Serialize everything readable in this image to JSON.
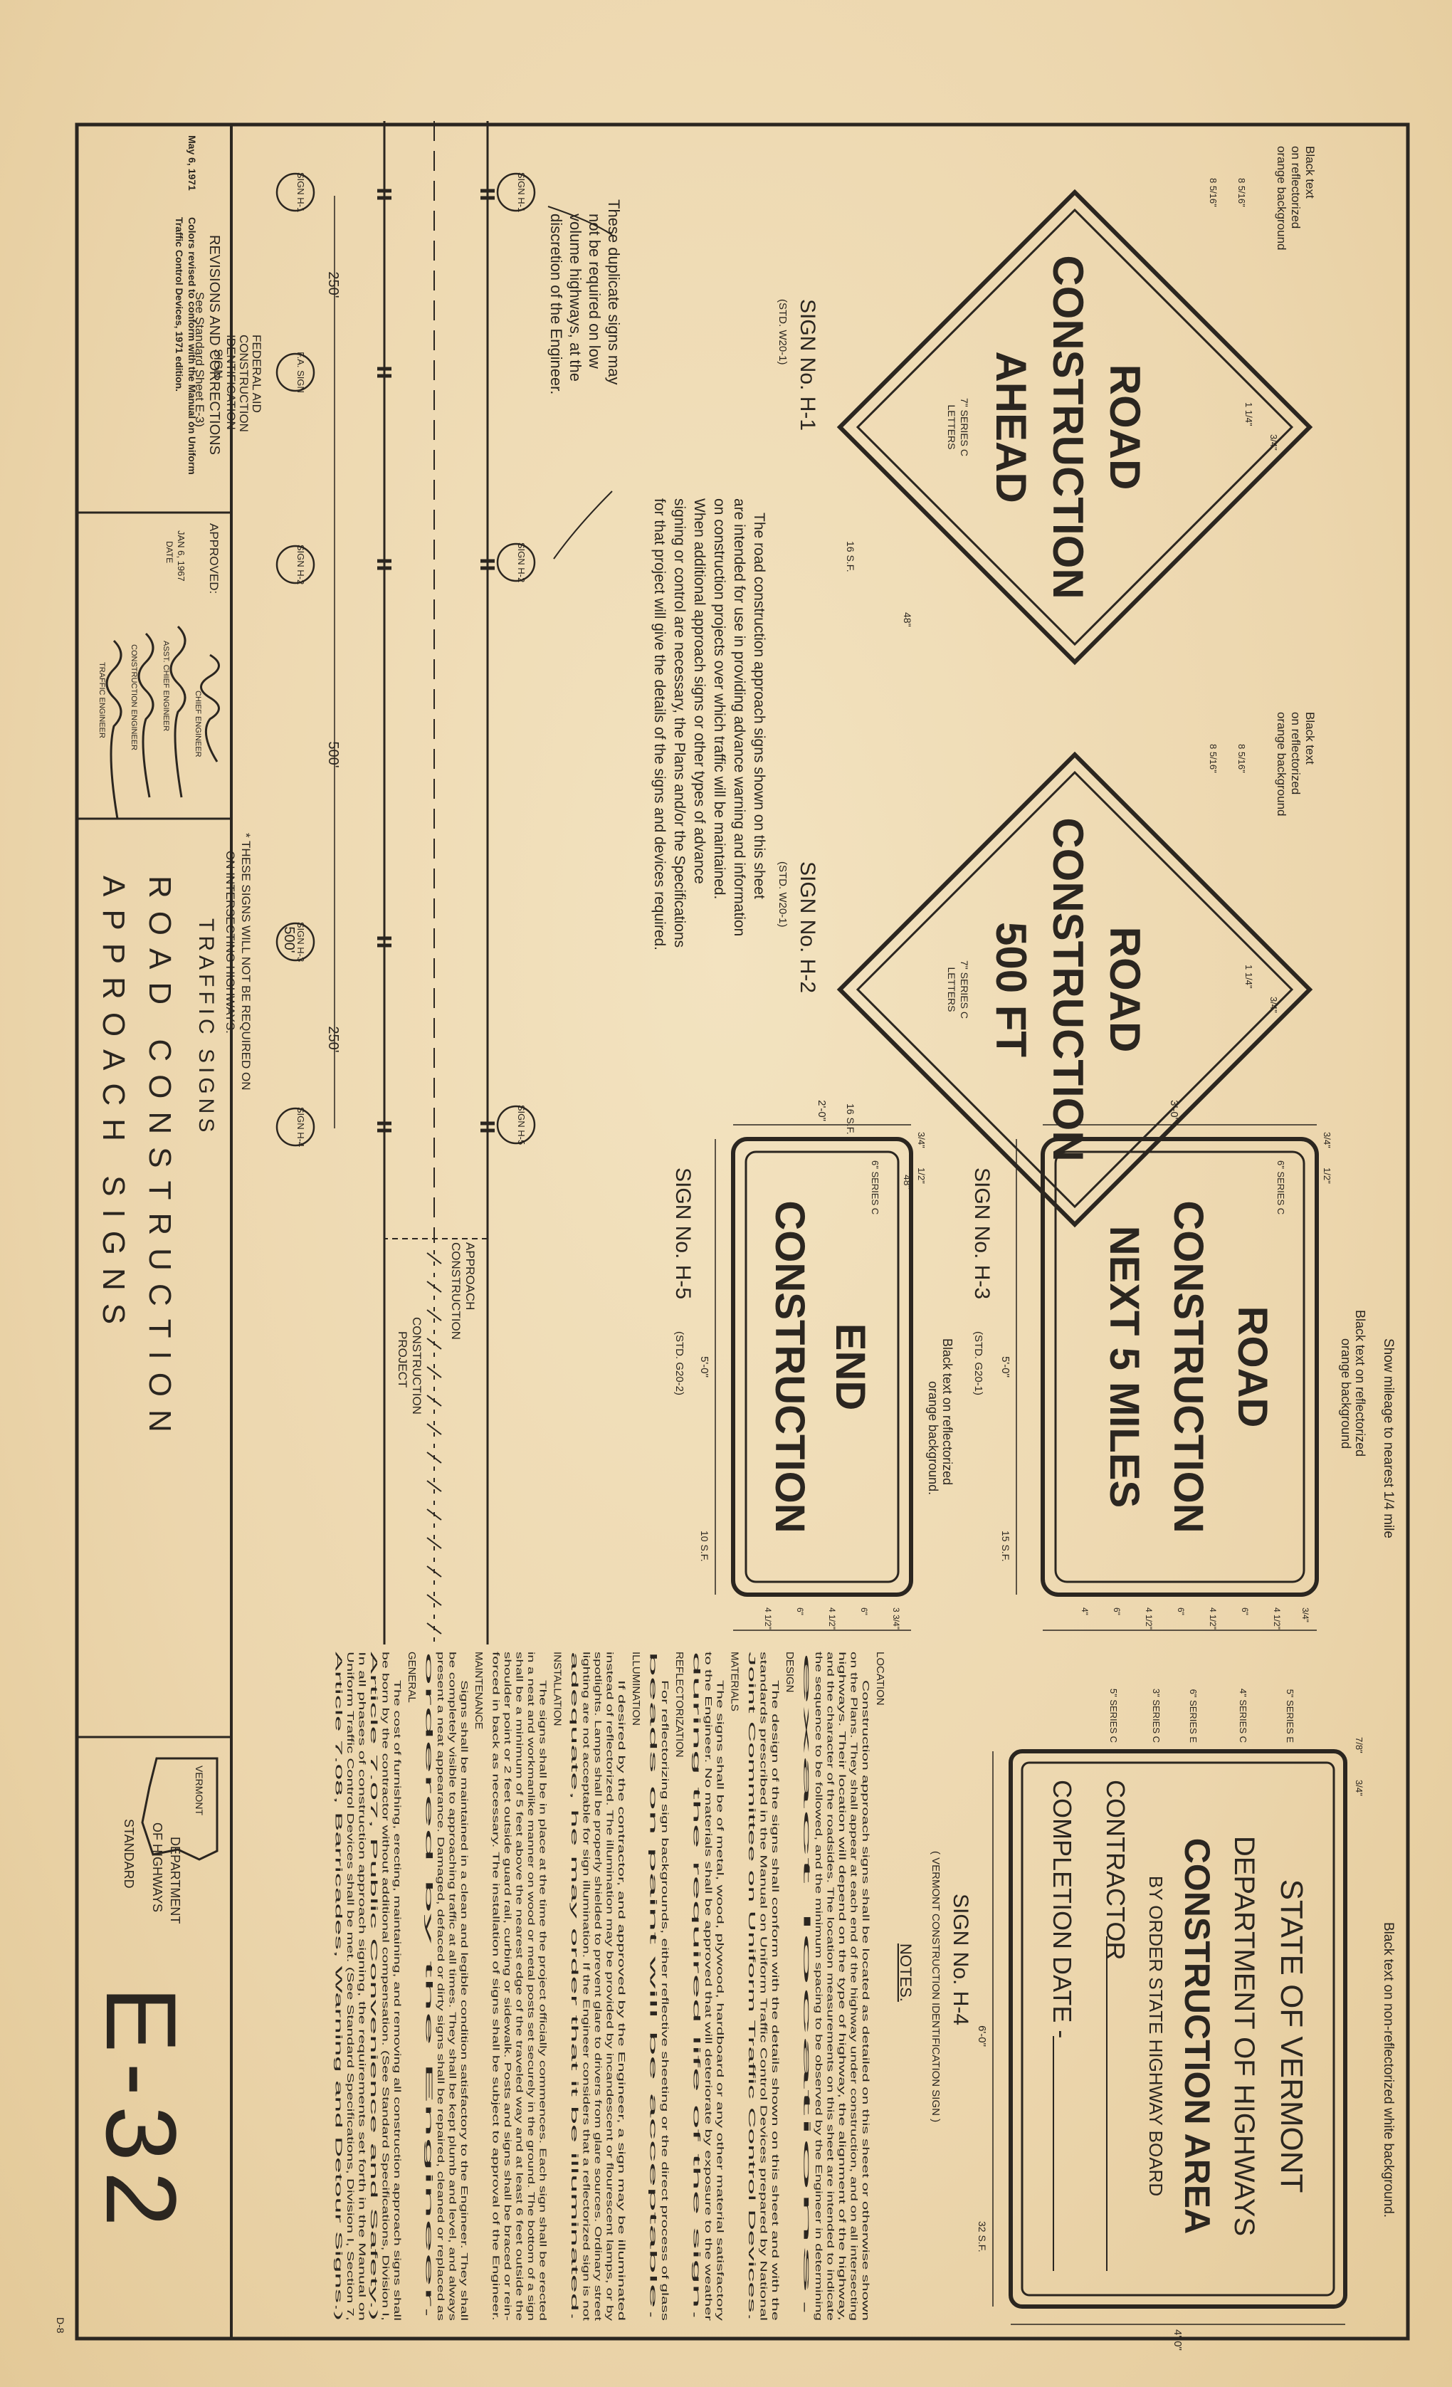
{
  "signs": {
    "h1": {
      "lines": [
        "ROAD",
        "CONSTRUCTION",
        "AHEAD"
      ],
      "label": "SIGN No. H-1",
      "std": "(STD. W20-1)",
      "color_note": [
        "Black text",
        "on reflectorized",
        "orange background"
      ],
      "letters": [
        "7\" SERIES C",
        "LETTERS"
      ],
      "size": "48\"",
      "area": "16 S.F.",
      "dims": [
        "3/4\"",
        "1 1/4\"",
        "8 5/16\"",
        "8 5/16\""
      ]
    },
    "h2": {
      "lines": [
        "ROAD",
        "CONSTRUCTION",
        "500 FT"
      ],
      "label": "SIGN No. H-2",
      "std": "(STD. W20-1)",
      "color_note": [
        "Black text",
        "on reflectorized",
        "orange background"
      ],
      "letters": [
        "7\" SERIES C",
        "LETTERS"
      ],
      "size": "48\"",
      "area": "16 S.F.",
      "dims": [
        "3/4\"",
        "1 1/4\"",
        "8 5/16\"",
        "8 5/16\""
      ]
    },
    "h3": {
      "lines": [
        "ROAD",
        "CONSTRUCTION",
        "NEXT 5 MILES"
      ],
      "label": "SIGN No. H-3",
      "std": "(STD. G20-1)",
      "color_note": [
        "Black text on reflectorized",
        "orange background"
      ],
      "mileage_note": "Show mileage to nearest 1/4 mile",
      "series": "6\" SERIES C",
      "width": "5'-0\"",
      "height": "3'-0\"",
      "area": "15 S.F.",
      "dims": [
        "3/4\"",
        "1/2\"",
        "4 1/2\"",
        "6\"",
        "4 1/2\"",
        "6\"",
        "4 1/2\"",
        "6\"",
        "4\"",
        "3/4\""
      ]
    },
    "h4": {
      "lines": [
        "STATE OF VERMONT",
        "DEPARTMENT OF HIGHWAYS",
        "CONSTRUCTION AREA",
        "BY ORDER STATE HIGHWAY BOARD",
        "CONTRACTOR",
        "COMPLETION DATE -"
      ],
      "series": [
        "5\" SERIES E",
        "4\" SERIES C",
        "6\" SERIES E",
        "3\" SERIES C",
        "5\" SERIES C"
      ],
      "label": "SIGN No. H-4",
      "sub": "( VERMONT CONSTRUCTION IDENTIFICATION SIGN )",
      "color_note": "Black text on non-reflectorized white background.",
      "width": "6'-0\"",
      "height": "4'-0\"",
      "area": "32 S.F.",
      "dims": [
        "7/8\"",
        "3/4\""
      ]
    },
    "h5": {
      "lines": [
        "END",
        "CONSTRUCTION"
      ],
      "label": "SIGN No. H-5",
      "std": "(STD. G20-2)",
      "color_note": [
        "Black text on reflectorized",
        "orange background."
      ],
      "series": "6\" SERIES C",
      "width": "5'-0\"",
      "height": "2'-0\"",
      "area": "10 S.F.",
      "dims": [
        "3/4\"",
        "1/2\"",
        "3 3/4\"",
        "6\"",
        "4 1/2\"",
        "6\"",
        "4 1/2\""
      ]
    }
  },
  "description": [
    "The road construction approach signs shown on this sheet",
    "are intended for use in providing advance warning and information",
    "on construction projects over which traffic will be maintained.",
    "When additional approach signs or other types of advance",
    "signing or control are necessary, the Plans and/or the Specifications",
    "for that project will give the details of the signs and devices required."
  ],
  "layout_diagram": {
    "signs_top": [
      "SIGN H-1",
      "SIGN H-2",
      "SIGN H-5"
    ],
    "signs_bottom": [
      "SIGN H-1",
      "F.A. SIGN",
      "SIGN H-2",
      "SIGN H-3",
      "SIGN H-4"
    ],
    "distances": [
      "250'",
      "500'",
      "500'",
      "250'"
    ],
    "duplicate_note": [
      "These duplicate signs may",
      "not be required on low",
      "volume highways, at the",
      "discretion of the Engineer."
    ],
    "fa_label": [
      "FEDERAL AID",
      "CONSTRUCTION",
      "IDENTIFICATION",
      "SIGN"
    ],
    "fa_ref": "See Standard Sheet E-3)",
    "approach_label": [
      "APPROACH",
      "CONSTRUCTION"
    ],
    "project_label": [
      "CONSTRUCTION",
      "PROJECT"
    ],
    "footnote": [
      "* THESE SIGNS WILL NOT BE REQUIRED ON",
      "ON INTERSECTING HIGHWAYS."
    ]
  },
  "notes": {
    "title": "NOTES.",
    "sections": [
      {
        "heading": "LOCATION",
        "lines": [
          "Construction approach signs shall be located as detailed on this sheet or otherwise shown",
          "on the Plans. They shall appear at each end of the highway under construction, and on all intersecting",
          "highways. Their location will depend on the type of highway, the alignment of the highway,",
          "and the character of the roadsides. The location measurements on this sheet are intended to indicate",
          "the sequence to be followed, and the minimum spacing to be observed by the Engineer in determining",
          "exact locations."
        ]
      },
      {
        "heading": "DESIGN",
        "lines": [
          "The design of the signs shall conform with the details shown on this sheet and with the",
          "standards prescribed in the Manual on Uniform Traffic Control Devices prepared by National",
          "Joint Committee on Uniform Traffic Control Devices."
        ]
      },
      {
        "heading": "MATERIALS",
        "lines": [
          "The signs shall be of metal, wood, plywood, hardboard or any other material satisfactory",
          "to the Engineer. No materials shall be approved that will deteriorate by exposure to the weather",
          "during the required life of the sign."
        ]
      },
      {
        "heading": "REFLECTORIZATION",
        "lines": [
          "For reflectorizing sign backgrounds, either reflective sheeting or the direct process of glass",
          "beads on paint will be acceptable."
        ]
      },
      {
        "heading": "ILLUMINATION",
        "lines": [
          "If desired by the contractor, and approved by the Engineer, a sign may be illuminated",
          "instead of reflectorized. The illumination may be provided by incandescent or flourescent lamps, or by",
          "spotlights. Lamps shall be properly shielded to prevent glare to drivers from glare sources. Ordinary street",
          "lighting are not acceptable for sign illumination. If the Engineer considers that a reflectorized sign is not",
          "adequate, he may order that it be illuminated."
        ]
      },
      {
        "heading": "INSTALLATION",
        "lines": [
          "The signs shall be in place at the time the project officially commences. Each sign shall be erected",
          "in a neat and workmanlike manner on wood or metal posts set securely in the ground. The bottom of a sign",
          "shall be a minimum of 5 feet above the nearest edge of the traveled way and at least 6 feet outside the",
          "shoulder point or 2 feet outside guard rail, curbing or sidewalk. Posts and signs shall be braced or rein-",
          "forced in back as necessary. The installation of signs shall be subject to approval of the Engineer."
        ]
      },
      {
        "heading": "MAINTENANCE",
        "lines": [
          "Signs shall be maintained in a clean and legible condition satisfactory to the Engineer. They shall",
          "be completely visible to approaching traffic at all times. They shall be kept plumb and level, and always",
          "present a neat appearance. Damaged, defaced or dirty signs shall be repaired, cleaned or replaced as",
          "ordered by the Engineer."
        ]
      },
      {
        "heading": "GENERAL",
        "lines": [
          "The cost of furnishing, erecting, maintaining, and removing all construction approach signs shall",
          "be born by the contractor without additional compensation. (See Standard Specifications, Division I,",
          "Article 7.07, Public Convenience and Safety.)",
          "In all phases of construction approach signing, the requirements set forth in the Manual on",
          "Uniform Traffic Control Devices shall be met. (See Standard Specifications, Division I, Section 7,",
          "Article 7.08, Barricades, Warning and Detour Signs.)"
        ]
      }
    ]
  },
  "title_block": {
    "revisions_title": "REVISIONS AND CORRECTIONS",
    "revision_date": "May 6, 1971",
    "revision_text": [
      "Colors revised to conform with the Manual on Uniform",
      "Traffic Control Devices, 1971 edition."
    ],
    "approved": "APPROVED:",
    "approved_date": "JAN 6, 1967",
    "date_label": "DATE",
    "signatures": [
      "CHIEF ENGINEER",
      "ASST. CHIEF ENGINEER",
      "CONSTRUCTION ENGINEER",
      "TRAFFIC ENGINEER"
    ],
    "title_small": "TRAFFIC SIGNS",
    "title_main": [
      "ROAD CONSTRUCTION",
      "APPROACH SIGNS"
    ],
    "state_label": "VERMONT",
    "dept": [
      "DEPARTMENT",
      "OF HIGHWAYS",
      "STANDARD"
    ],
    "sheet_no": "E-32",
    "corner_mark": "D-8"
  },
  "colors": {
    "paper": "#eed9b1",
    "ink": "#2b2620"
  }
}
